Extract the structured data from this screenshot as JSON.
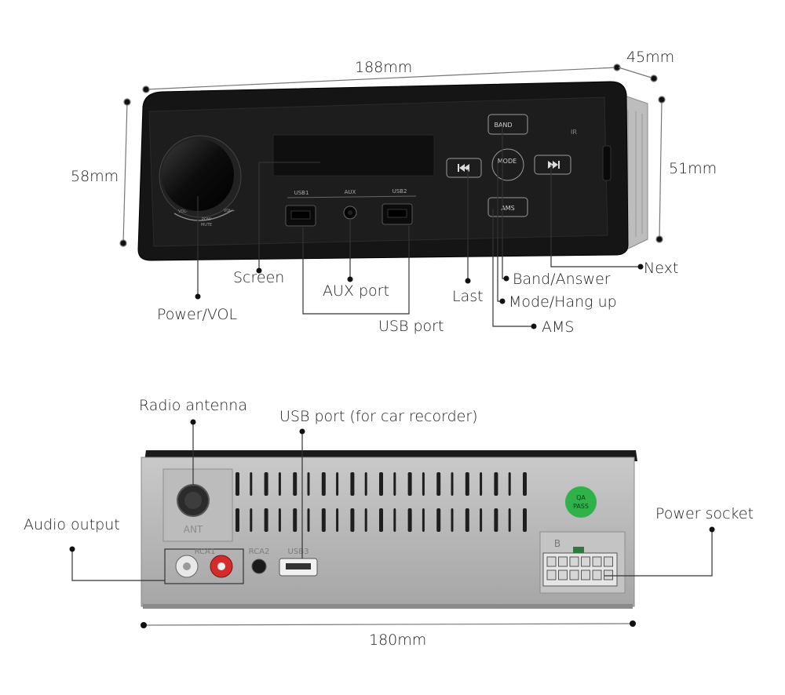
{
  "dimensions": {
    "width_front": "188mm",
    "depth": "45mm",
    "height_front": "58mm",
    "height_side": "51mm",
    "width_back": "180mm"
  },
  "front_panel": {
    "button_band": "BAND",
    "button_mode": "MODE",
    "button_ams": "AMS",
    "ir_label": "IR",
    "port_usb1": "USB1",
    "port_aux": "AUX",
    "port_usb2": "USB2",
    "knob_vol_minus": "VOL-",
    "knob_vol_plus": "VOL+",
    "knob_pow": "POW",
    "knob_mute": "MUTE"
  },
  "front_callouts": {
    "screen": "Screen",
    "power_vol": "Power/VOL",
    "aux_port": "AUX port",
    "usb_port": "USB port",
    "last": "Last",
    "band_answer": "Band/Answer",
    "mode_hang_up": "Mode/Hang up",
    "ams": "AMS",
    "next": "Next"
  },
  "back_panel": {
    "ant": "ANT",
    "rca1": "RCA1",
    "rca2": "RCA2",
    "usb3": "USB3",
    "connector_b": "B",
    "qa_sticker_line1": "QA",
    "qa_sticker_line2": "PASS"
  },
  "back_callouts": {
    "radio_antenna": "Radio antenna",
    "usb_car_recorder": "USB port (for car recorder)",
    "audio_output": "Audio output",
    "power_socket": "Power socket"
  },
  "colors": {
    "unit_body": "#151515",
    "chassis": "#b4b4b4",
    "line": "#333333",
    "qa_sticker": "#2fb24a",
    "rca_red": "#d42b2b",
    "rca_white": "#e8e8e8"
  }
}
